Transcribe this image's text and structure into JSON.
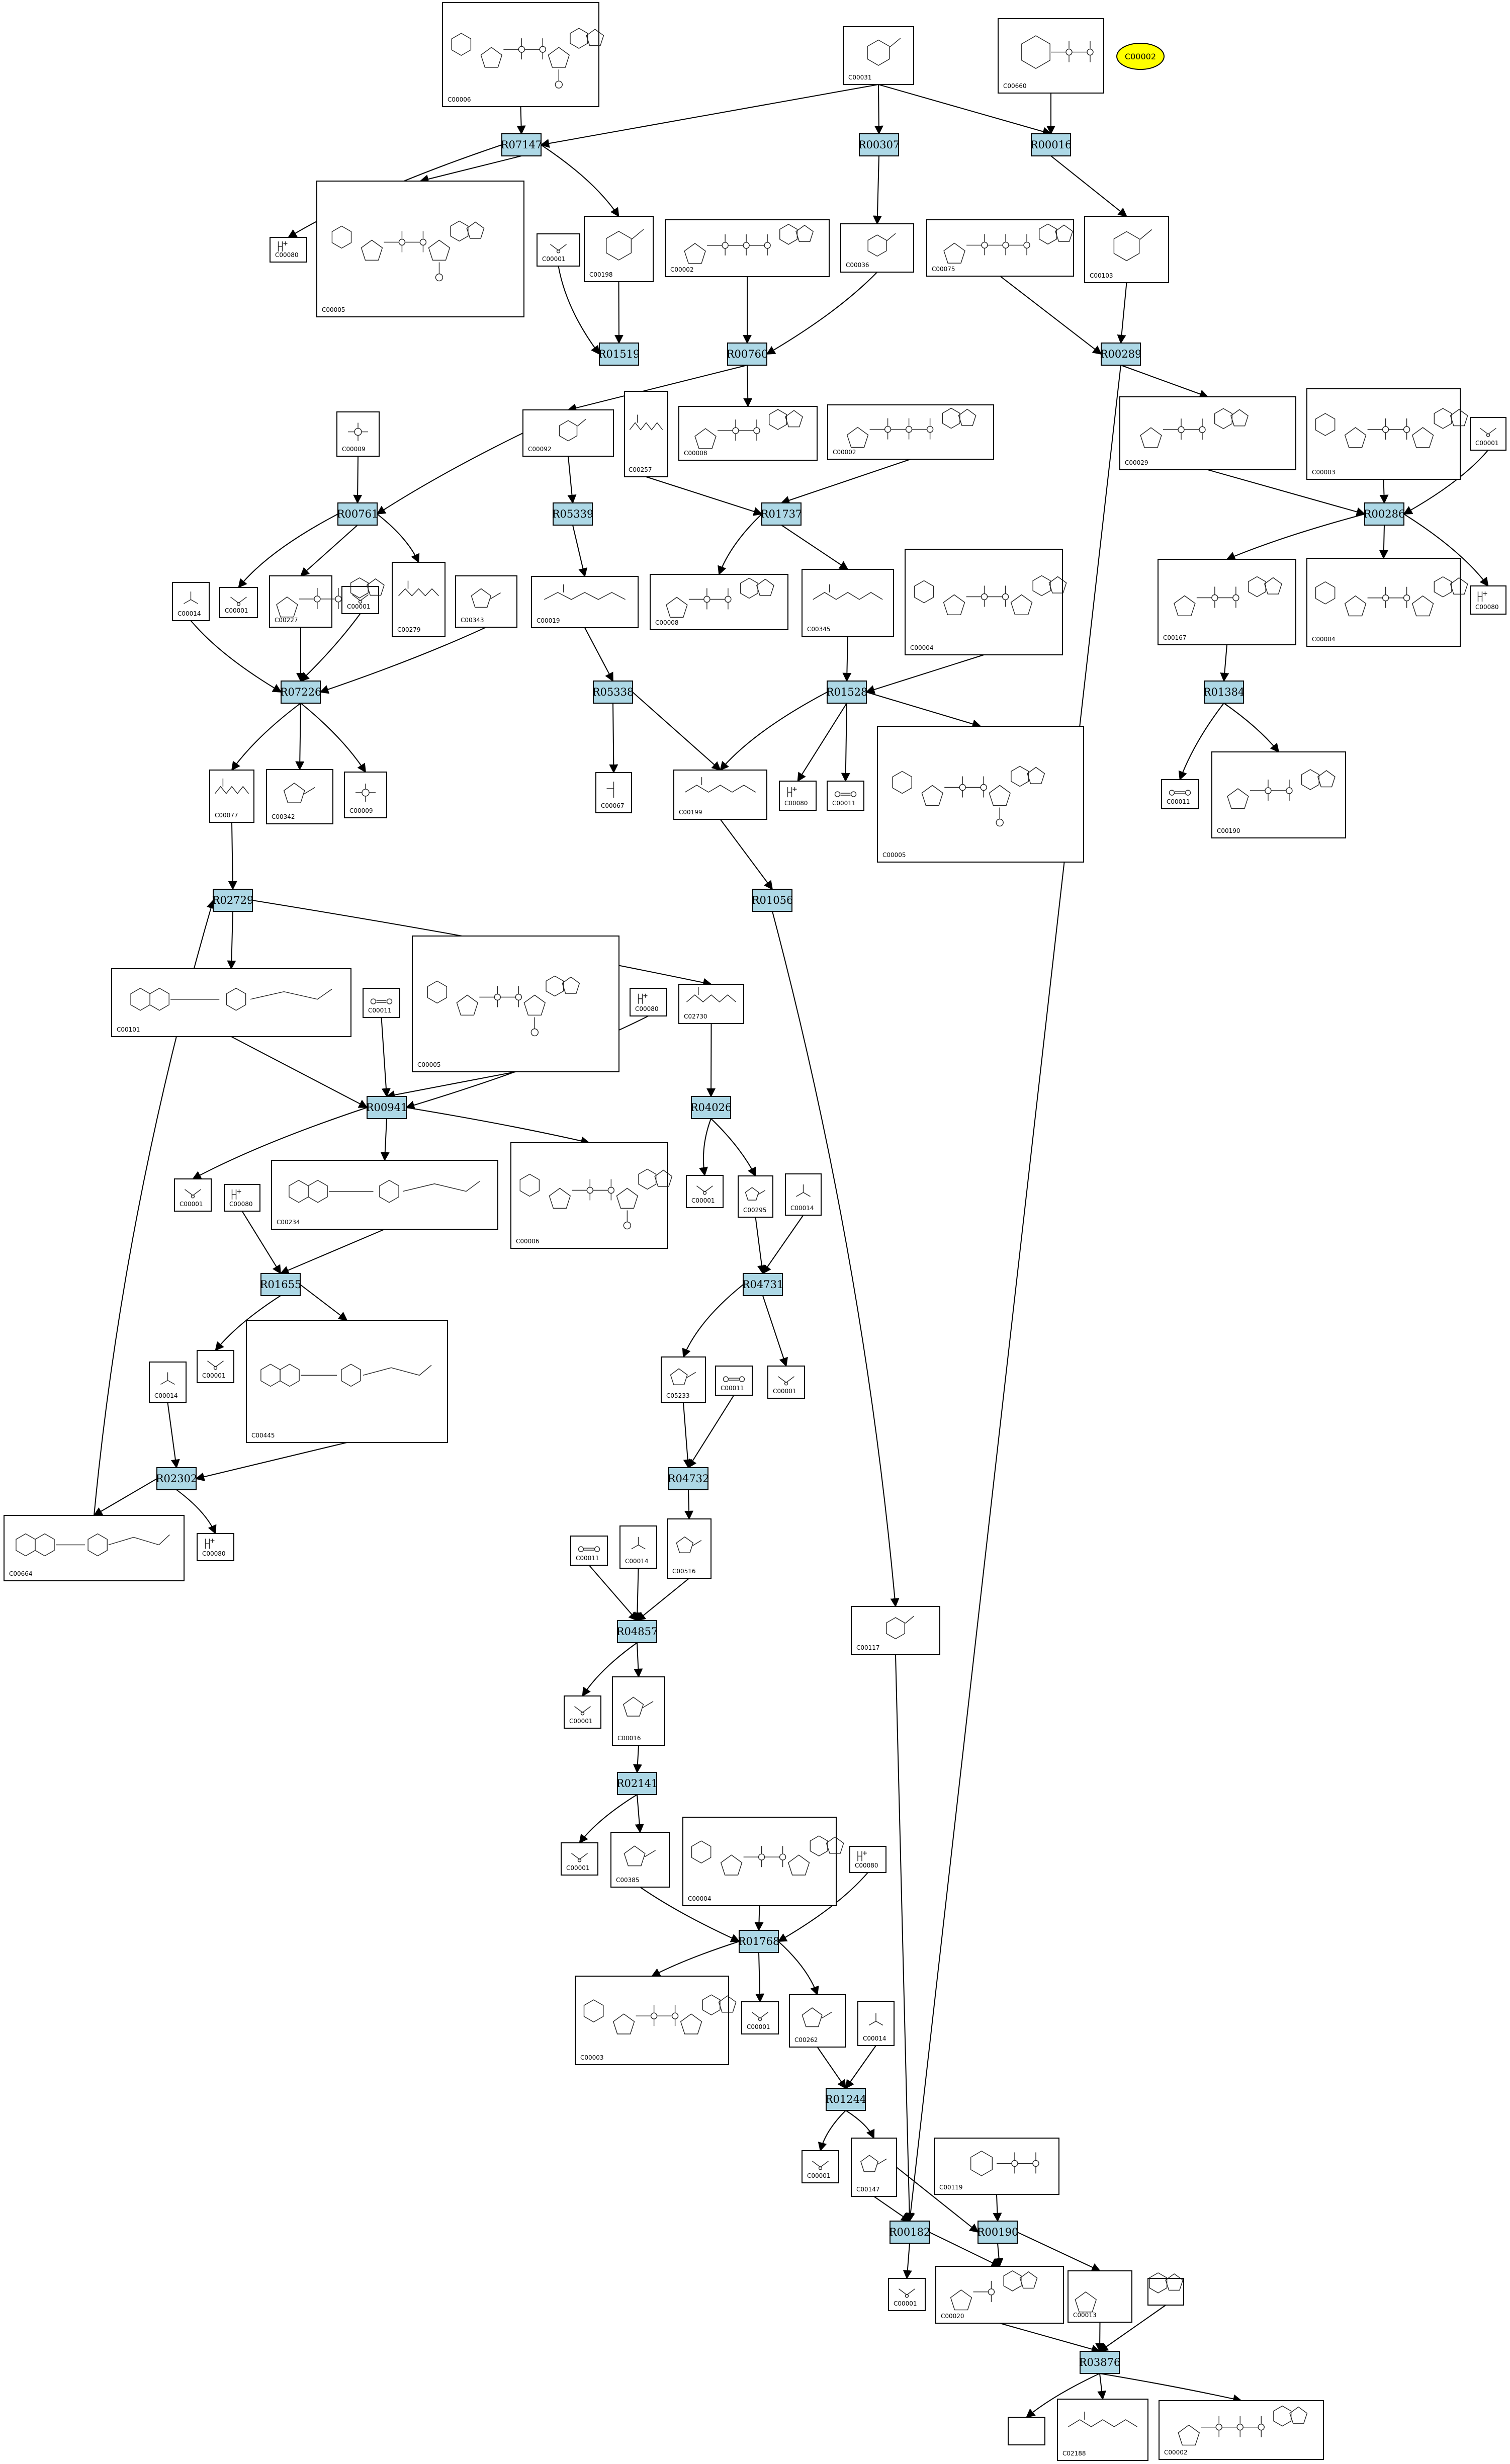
{
  "highlighted": {
    "id": "C00002"
  },
  "reactions": [
    {
      "id": "R07147"
    },
    {
      "id": "R00307"
    },
    {
      "id": "R00016"
    },
    {
      "id": "R01519"
    },
    {
      "id": "R00760"
    },
    {
      "id": "R00289"
    },
    {
      "id": "R00761"
    },
    {
      "id": "R05339"
    },
    {
      "id": "R01737"
    },
    {
      "id": "R00286"
    },
    {
      "id": "R07226"
    },
    {
      "id": "R05338"
    },
    {
      "id": "R01528"
    },
    {
      "id": "R01384"
    },
    {
      "id": "R02729"
    },
    {
      "id": "R01056"
    },
    {
      "id": "R00941"
    },
    {
      "id": "R04026"
    },
    {
      "id": "R01655"
    },
    {
      "id": "R04731"
    },
    {
      "id": "R02302"
    },
    {
      "id": "R04732"
    },
    {
      "id": "R04857"
    },
    {
      "id": "R02141"
    },
    {
      "id": "R01768"
    },
    {
      "id": "R01244"
    },
    {
      "id": "R00182"
    },
    {
      "id": "R00190"
    },
    {
      "id": "R03876"
    }
  ],
  "compounds": [
    {
      "id": "C00006",
      "mol": "nadp"
    },
    {
      "id": "C00031",
      "mol": "sugar"
    },
    {
      "id": "C00660",
      "mol": "sugarbisp"
    },
    {
      "id": "C00080",
      "mol": "h+"
    },
    {
      "id": "C00005",
      "mol": "nadph"
    },
    {
      "id": "C00198",
      "mol": "sugar"
    },
    {
      "id": "C00001",
      "mol": "water"
    },
    {
      "id": "C00002",
      "mol": "atp"
    },
    {
      "id": "C00036",
      "mol": "sugar"
    },
    {
      "id": "C00075",
      "mol": "utp"
    },
    {
      "id": "C00103",
      "mol": "sugar"
    },
    {
      "id": "C00009",
      "mol": "phosphate"
    },
    {
      "id": "C00092",
      "mol": "sugar"
    },
    {
      "id": "C00257",
      "mol": "chain"
    },
    {
      "id": "C00008",
      "mol": "adp"
    },
    {
      "id": "C00002",
      "mol": "atp"
    },
    {
      "id": "C00029",
      "mol": "udpg"
    },
    {
      "id": "C00003",
      "mol": "nad"
    },
    {
      "id": "C00001",
      "mol": "water"
    },
    {
      "id": "C00014",
      "mol": "nh3"
    },
    {
      "id": "C00001",
      "mol": "water"
    },
    {
      "id": "C00227",
      "mol": "acetylp"
    },
    {
      "id": "C00001",
      "mol": "water"
    },
    {
      "id": "C00279",
      "mol": "chain"
    },
    {
      "id": "C00343",
      "mol": "ring"
    },
    {
      "id": "C00019",
      "mol": "chain"
    },
    {
      "id": "C00008",
      "mol": "adp"
    },
    {
      "id": "C00345",
      "mol": "chain"
    },
    {
      "id": "C00004",
      "mol": "nadh"
    },
    {
      "id": "C00167",
      "mol": "udpga"
    },
    {
      "id": "C00004",
      "mol": "nadh"
    },
    {
      "id": "C00080",
      "mol": "h+"
    },
    {
      "id": "C00077",
      "mol": "chain"
    },
    {
      "id": "C00342",
      "mol": "ring"
    },
    {
      "id": "C00009",
      "mol": "phosphate"
    },
    {
      "id": "C00067",
      "mol": "formaldehyde"
    },
    {
      "id": "C00199",
      "mol": "chain"
    },
    {
      "id": "C00080",
      "mol": "h+"
    },
    {
      "id": "C00011",
      "mol": "co2"
    },
    {
      "id": "C00005",
      "mol": "nadph"
    },
    {
      "id": "C00011",
      "mol": "co2"
    },
    {
      "id": "C00190",
      "mol": "udpxyl"
    },
    {
      "id": "C00101",
      "mol": "folate"
    },
    {
      "id": "C00011",
      "mol": "co2"
    },
    {
      "id": "C00005",
      "mol": "nadph"
    },
    {
      "id": "C00080",
      "mol": "h+"
    },
    {
      "id": "C02730",
      "mol": "chain"
    },
    {
      "id": "C00001",
      "mol": "water"
    },
    {
      "id": "C00080",
      "mol": "h+"
    },
    {
      "id": "C00234",
      "mol": "folate"
    },
    {
      "id": "C00006",
      "mol": "nadp"
    },
    {
      "id": "C00001",
      "mol": "water"
    },
    {
      "id": "C00295",
      "mol": "ring"
    },
    {
      "id": "C00014",
      "mol": "nh3"
    },
    {
      "id": "C00001",
      "mol": "water"
    },
    {
      "id": "C00445",
      "mol": "folate"
    },
    {
      "id": "C00014",
      "mol": "nh3"
    },
    {
      "id": "C05233",
      "mol": "ring"
    },
    {
      "id": "C00011",
      "mol": "co2"
    },
    {
      "id": "C00001",
      "mol": "water"
    },
    {
      "id": "C00080",
      "mol": "h+"
    },
    {
      "id": "C00664",
      "mol": "folate"
    },
    {
      "id": "C00516",
      "mol": "ring"
    },
    {
      "id": "C00011",
      "mol": "co2"
    },
    {
      "id": "C00014",
      "mol": "nh3"
    },
    {
      "id": "C00117",
      "mol": "sugar"
    },
    {
      "id": "C00001",
      "mol": "water"
    },
    {
      "id": "C00016",
      "mol": "ring"
    },
    {
      "id": "C00001",
      "mol": "water"
    },
    {
      "id": "C00385",
      "mol": "ring"
    },
    {
      "id": "C00004",
      "mol": "nadh"
    },
    {
      "id": "C00080",
      "mol": "h+"
    },
    {
      "id": "C00003",
      "mol": "nad"
    },
    {
      "id": "C00001",
      "mol": "water"
    },
    {
      "id": "C00262",
      "mol": "ring"
    },
    {
      "id": "C00014",
      "mol": "nh3"
    },
    {
      "id": "C00001",
      "mol": "water"
    },
    {
      "id": "C00147",
      "mol": "ring"
    },
    {
      "id": "C00119",
      "mol": "sugarbisp"
    },
    {
      "id": "C00001",
      "mol": "water"
    },
    {
      "id": "C00020",
      "mol": "amp"
    },
    {
      "id": "C00013",
      "mol": "ppi"
    },
    {
      "id": "",
      "mol": "empty"
    },
    {
      "id": "",
      "mol": "empty"
    },
    {
      "id": "C02188",
      "mol": "chain"
    },
    {
      "id": "C00002",
      "mol": "atp"
    }
  ]
}
